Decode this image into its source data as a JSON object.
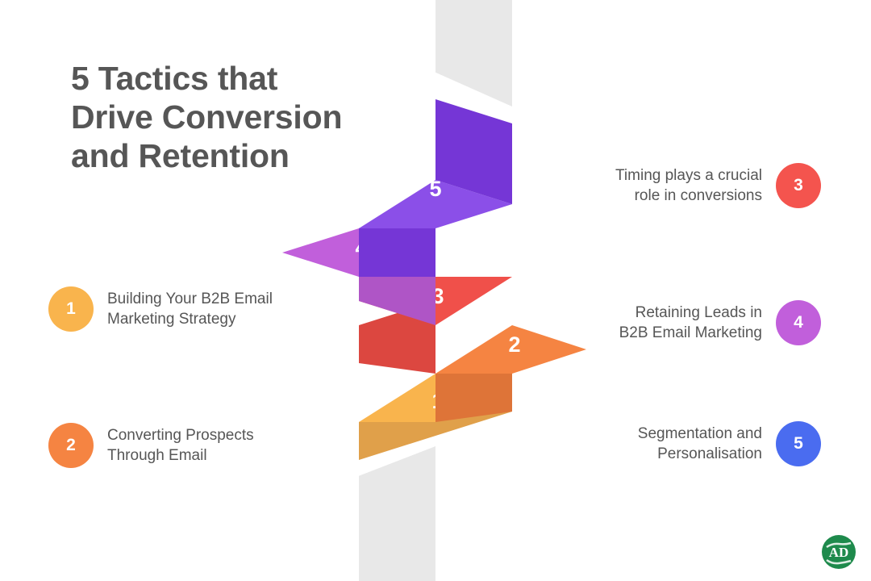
{
  "title": "5 Tactics that\nDrive Conversion\nand Retention",
  "brand": {
    "logo_text": "AD",
    "logo_color": "#1E8A4C"
  },
  "colors": {
    "text": "#565656",
    "background": "#FFFFFF",
    "band": "#E8E8E8"
  },
  "steps": [
    {
      "number": "1",
      "top": "#F9B44D",
      "riser": "#E0A04A"
    },
    {
      "number": "2",
      "top": "#F58442",
      "riser": "#DE7438"
    },
    {
      "number": "3",
      "top": "#F0504A",
      "riser": "#DC4740"
    },
    {
      "number": "4",
      "top": "#C15FDB",
      "riser": "#AF55C6"
    },
    {
      "number": "5",
      "top": "#8B4FE8",
      "riser": "#7536D6"
    }
  ],
  "tactics_left": [
    {
      "number": "1",
      "label": "Building Your B2B Email\nMarketing Strategy",
      "color": "#F9B44D"
    },
    {
      "number": "2",
      "label": "Converting Prospects\nThrough Email",
      "color": "#F58442"
    }
  ],
  "tactics_right": [
    {
      "number": "3",
      "label": "Timing plays a crucial\nrole in conversions",
      "color": "#F4544E"
    },
    {
      "number": "4",
      "label": "Retaining Leads in\nB2B Email Marketing",
      "color": "#C15FDB"
    },
    {
      "number": "5",
      "label": "Segmentation and\nPersonalisation",
      "color": "#4A6CF0"
    }
  ]
}
